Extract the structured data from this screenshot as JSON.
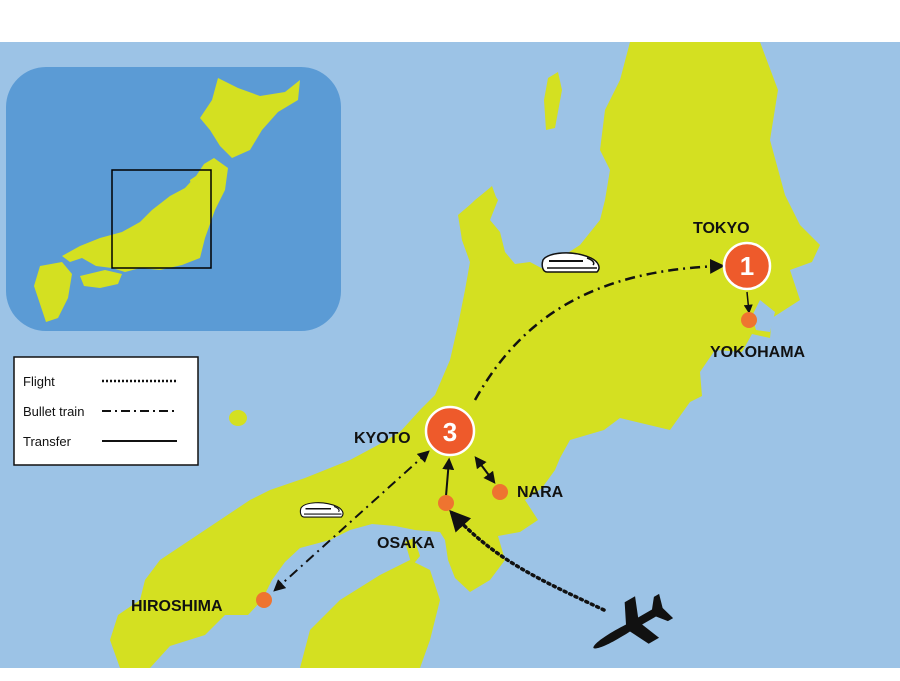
{
  "map": {
    "colors": {
      "sea": "#9cc3e6",
      "land": "#d4e021",
      "inset_sea": "#5b9bd5",
      "city_marker": "#ee7430",
      "stop_marker": "#ee5a2b",
      "route_line": "#111111"
    },
    "cities": {
      "tokyo": {
        "label": "TOKYO",
        "stop_number": "1"
      },
      "yokohama": {
        "label": "YOKOHAMA"
      },
      "kyoto": {
        "label": "KYOTO",
        "stop_number": "3"
      },
      "nara": {
        "label": "NARA"
      },
      "osaka": {
        "label": "OSAKA"
      },
      "hiroshima": {
        "label": "HIROSHIMA"
      }
    },
    "legend": {
      "flight": "Flight",
      "bullet_train": "Bullet train",
      "transfer": "Transfer"
    },
    "icons": {
      "plane": "airplane-icon",
      "train": "bullet-train-icon"
    }
  }
}
